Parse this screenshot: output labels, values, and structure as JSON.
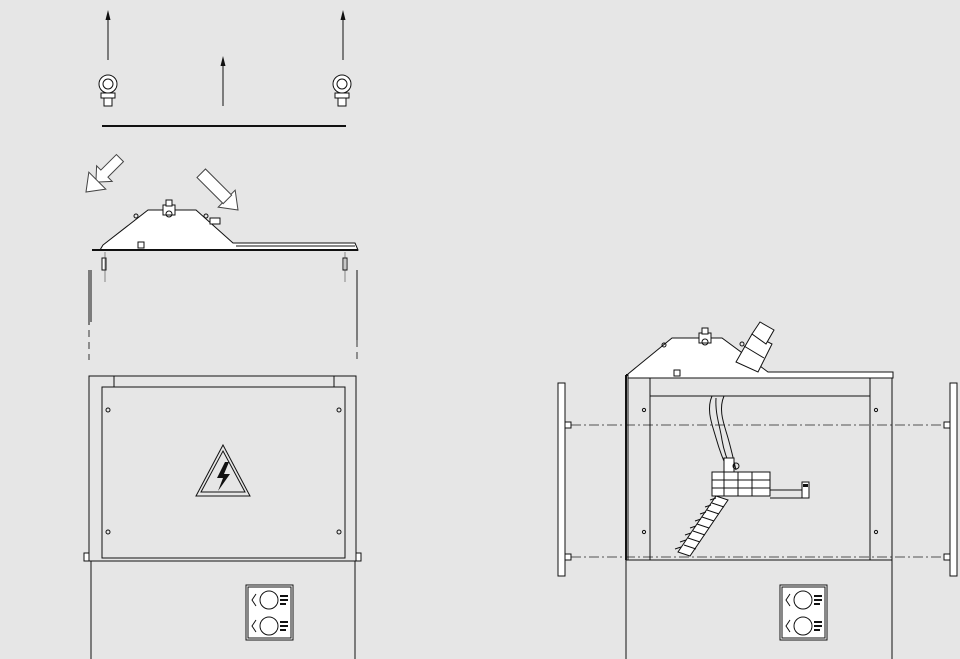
{
  "drawing": {
    "background": "#e6e6e6",
    "line_color": "#111111",
    "left_view": {
      "components": [
        "lifting-arrow-left",
        "lifting-arrow-center",
        "lifting-arrow-right",
        "eyebolt-left",
        "eyebolt-right",
        "lifting-beam",
        "insertion-arrow-left",
        "insertion-arrow-right",
        "roof-cover",
        "upper-enclosure",
        "front-panel",
        "high-voltage-warning-symbol",
        "lower-cabinet",
        "control-label-plate"
      ]
    },
    "right_view": {
      "components": [
        "side-flange-left",
        "side-flange-right",
        "frame",
        "roof-cover",
        "bushing-insulator",
        "fuse-switch-assembly",
        "lower-cabinet",
        "control-label-plate"
      ]
    }
  }
}
